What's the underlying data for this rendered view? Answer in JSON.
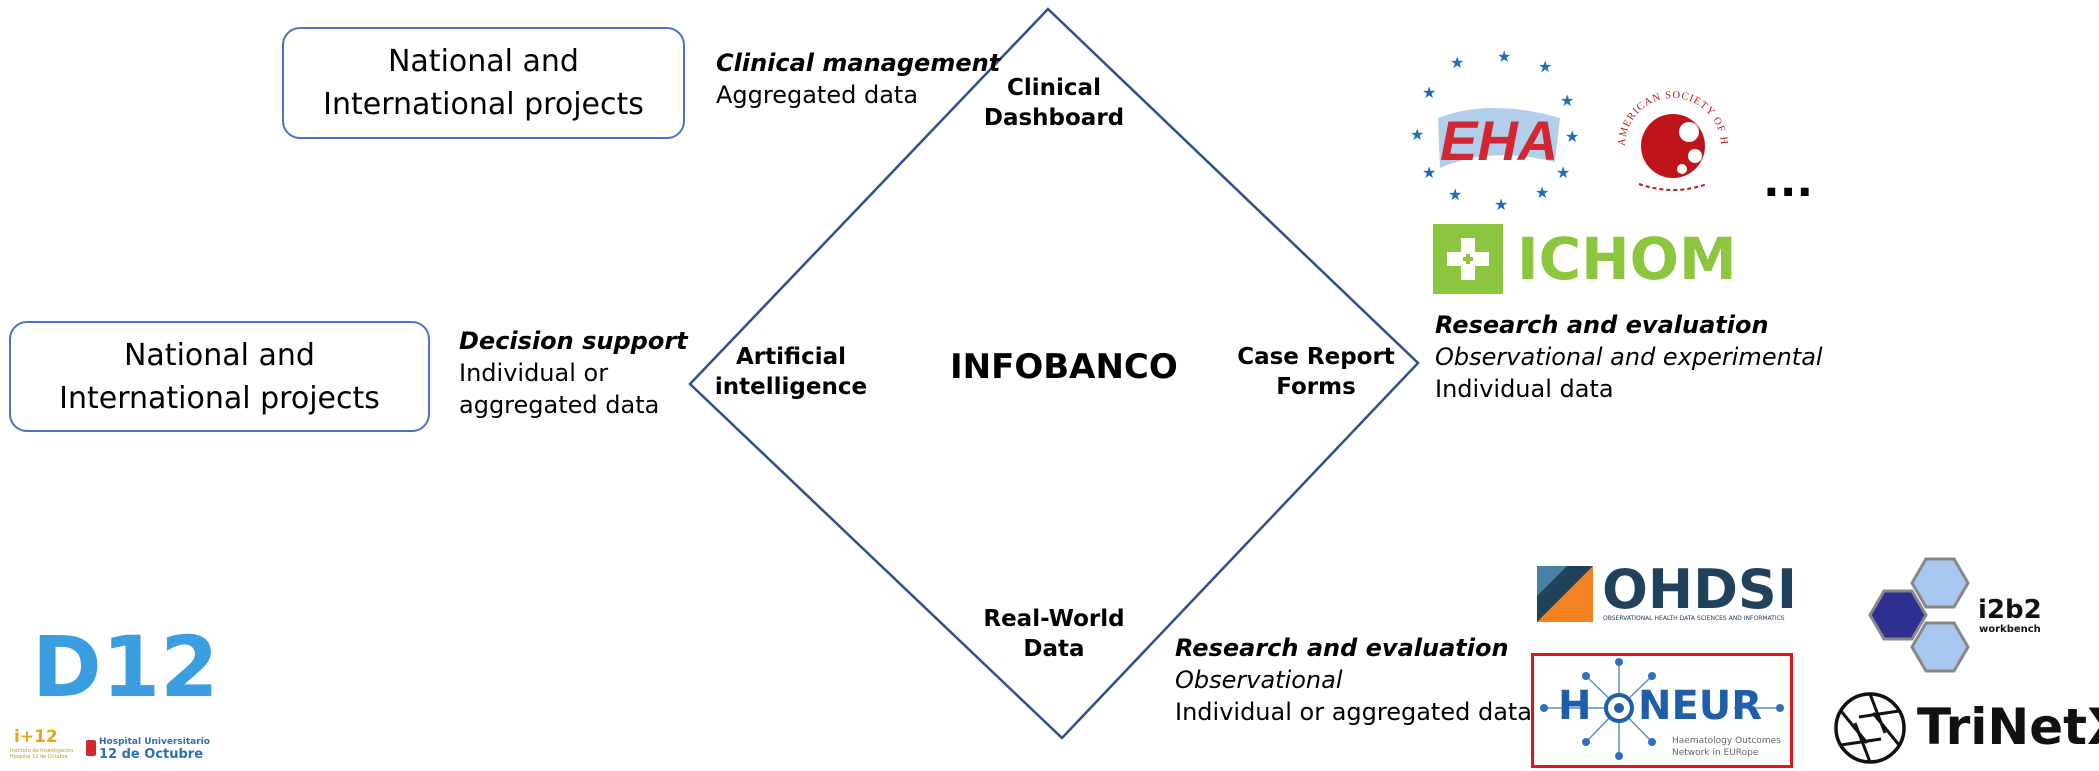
{
  "center": {
    "title": "INFOBANCO"
  },
  "corners": {
    "top": "Clinical\nDashboard",
    "left": "Artificial\nintelligence",
    "right": "Case Report\nForms",
    "bottom": "Real-World\nData"
  },
  "project_boxes": {
    "top": "National and\nInternational projects",
    "left": "National and\nInternational projects"
  },
  "annotations": {
    "clinical": {
      "title": "Clinical management",
      "line1": "Aggregated data"
    },
    "decision": {
      "title": "Decision support",
      "line1": "Individual or",
      "line2": "aggregated data"
    },
    "research_right": {
      "title": "Research and evaluation",
      "line1": "Observational and experimental",
      "line2": "Individual data"
    },
    "research_bottom": {
      "title": "Research and evaluation",
      "line1": "Observational",
      "line2": "Individual or aggregated data"
    }
  },
  "logos": {
    "eha": "EHA",
    "ash": "AMERICAN SOCIETY OF HEMATOLOGY",
    "ichom": "ICHOM",
    "ellipsis": "...",
    "ohdsi": "OHDSI",
    "ohdsi_sub": "OBSERVATIONAL HEALTH DATA SCIENCES AND INFORMATICS",
    "honeur_a": "H",
    "honeur_b": "NEUR",
    "honeur_sub1": "Haematology Outcomes",
    "honeur_sub2": "Network in EURope",
    "i2b2": "i2b2",
    "i2b2_sub": "workbench",
    "trinetx": "TriNetX",
    "d12": "D12",
    "i12": "i+12",
    "i12_sub": "Instituto de Investigación Hospital 12 de Octubre",
    "hospital1": "Hospital Universitario",
    "hospital2": "12 de Octubre"
  },
  "colors": {
    "box_border": "#4a74c4",
    "diamond": "#2f4f8f",
    "eha_red": "#d22630",
    "ash_red": "#c0141b",
    "ichom_green": "#8cc63f",
    "ohdsi_blue": "#20425a",
    "ohdsi_orange": "#f58220",
    "honeur_blue": "#1f5ea8",
    "honeur_frame": "#e3141b",
    "i2b2_navy": "#2e3192",
    "i2b2_light": "#a8c8ef",
    "d12_blue": "#3a9ee0"
  }
}
